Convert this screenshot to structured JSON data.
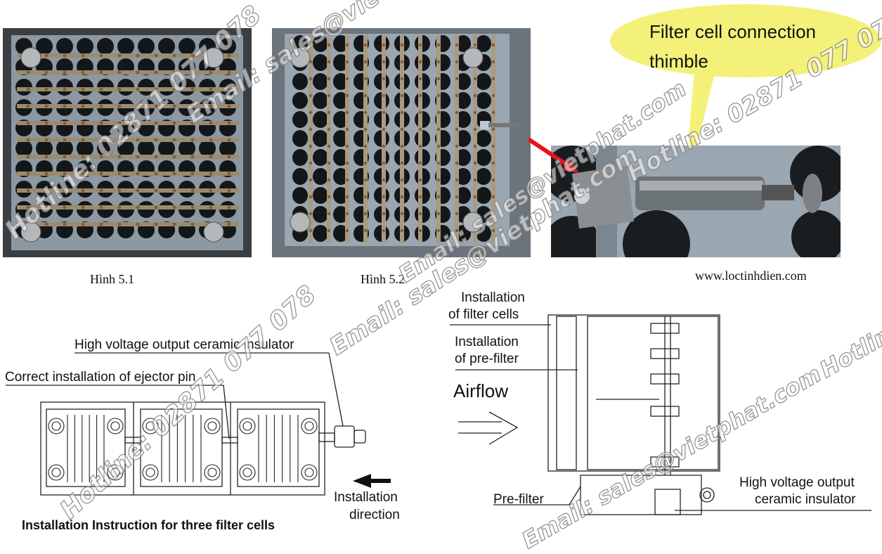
{
  "photos": {
    "caption_1": "Hình 5.1",
    "caption_2": "Hình 5.2",
    "website": "www.loctinhdien.com",
    "callout": [
      "Filter cell connection",
      "thimble"
    ]
  },
  "left_diagram": {
    "label_insulator": "High voltage output ceramic insulator",
    "label_ejector": "Correct installation of ejector pin",
    "label_direction": [
      "Installation",
      "direction"
    ],
    "title": "Installation Instruction for three filter cells"
  },
  "right_diagram": {
    "label_cells": [
      "Installation",
      "of filter cells"
    ],
    "label_prefilter": [
      "Installation",
      "of pre-filter"
    ],
    "label_airflow": "Airflow",
    "label_pre": "Pre-filter",
    "label_insulator": [
      "High voltage output",
      "ceramic insulator"
    ]
  },
  "watermarks": {
    "email": "Email: sales@vietphat.com",
    "hotline": "Hotline: 02871 077 078",
    "hotline_short": "Hotline:"
  },
  "colors": {
    "bubble": "#f3f17a",
    "arrow": "#e8141b",
    "frame": "#4a5a6a"
  }
}
